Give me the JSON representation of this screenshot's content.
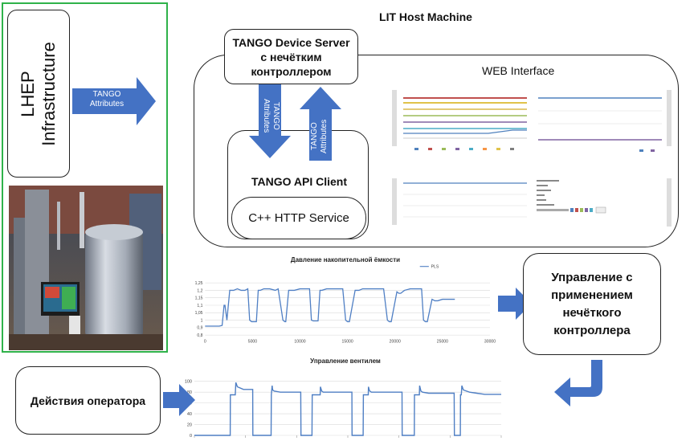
{
  "title": "LIT Host Machine",
  "lhep": {
    "label": "LHEP Infrastructure"
  },
  "tango_arrow": {
    "label": "TANGO Attributes"
  },
  "vert_arrows": {
    "down_label": "TANGO Attributes",
    "up_label": "TANGO Attributes"
  },
  "device_server": {
    "label": "TANGO Device Server с нечётким контроллером"
  },
  "api_client": {
    "label": "TANGO API Client"
  },
  "http_service": {
    "label": "C++ HTTP Service"
  },
  "web": {
    "label": "WEB Interface"
  },
  "control_box": {
    "label": "Управление с применением нечёткого контроллера"
  },
  "operator_box": {
    "label": "Действия оператора"
  },
  "colors": {
    "arrow": "#4472c4",
    "frame": "#2fb24a",
    "line": "#4f7fc4"
  },
  "chart_data": [
    {
      "type": "line",
      "title": "Давление накопительной ёмкости",
      "legend": "PLS",
      "xticks": [
        "0",
        "5000",
        "10000",
        "15000",
        "20000",
        "25000",
        "30000"
      ],
      "yticks": [
        "0,8",
        "0,9",
        "1",
        "1,05",
        "1,1",
        "1,15",
        "1,2",
        "1,25"
      ],
      "xlim": [
        0,
        30000
      ],
      "ylim": [
        0.8,
        1.25
      ],
      "x": [
        0,
        1500,
        1800,
        2000,
        2100,
        2300,
        2600,
        3000,
        3400,
        3800,
        4200,
        4500,
        4700,
        4900,
        5400,
        5600,
        5800,
        6200,
        6800,
        7400,
        7700,
        8200,
        8400,
        8500,
        8800,
        9400,
        10000,
        10600,
        11000,
        11200,
        11400,
        11900,
        12100,
        12300,
        12800,
        13400,
        14000,
        14500,
        14800,
        15000,
        15200,
        15800,
        16000,
        16200,
        16600,
        17200,
        18000,
        18800,
        19200,
        19400,
        19600,
        20200,
        20400,
        20600,
        21000,
        21600,
        22200,
        22800,
        23000,
        23200,
        23400,
        23900,
        24200,
        24500,
        25000,
        26300
      ],
      "y": [
        0.92,
        0.92,
        0.93,
        1.1,
        1.1,
        1.0,
        1.2,
        1.2,
        1.21,
        1.2,
        1.2,
        1.21,
        1.0,
        0.98,
        0.98,
        1.2,
        1.2,
        1.21,
        1.21,
        1.2,
        1.21,
        1.0,
        0.98,
        0.98,
        1.2,
        1.2,
        1.21,
        1.21,
        1.21,
        1.0,
        0.99,
        0.99,
        1.2,
        1.2,
        1.21,
        1.21,
        1.21,
        1.21,
        1.0,
        0.98,
        0.98,
        1.2,
        1.2,
        1.2,
        1.21,
        1.21,
        1.21,
        1.21,
        1.0,
        0.98,
        0.98,
        1.19,
        1.18,
        1.18,
        1.2,
        1.21,
        1.21,
        1.21,
        1.0,
        0.98,
        0.98,
        1.14,
        1.13,
        1.13,
        1.14,
        1.14
      ]
    },
    {
      "type": "line",
      "title": "Управление вентилем",
      "yticks": [
        "0",
        "20",
        "40",
        "60",
        "80",
        "100"
      ],
      "ylim": [
        0,
        110
      ],
      "xlim": [
        0,
        30000
      ],
      "x": [
        0,
        3500,
        3520,
        4000,
        4050,
        4200,
        4800,
        5200,
        5700,
        5720,
        7500,
        7520,
        7600,
        7650,
        7800,
        8400,
        9200,
        10000,
        10400,
        10420,
        11500,
        11520,
        12300,
        12320,
        12400,
        12450,
        12600,
        13200,
        13800,
        15000,
        15400,
        15420,
        16500,
        16520,
        17000,
        17020,
        17100,
        17150,
        17300,
        17900,
        18600,
        19800,
        20300,
        20320,
        21500,
        21520,
        22000,
        22020,
        22100,
        22150,
        22300,
        22900,
        23600,
        24800,
        25400,
        25420,
        26000,
        26020,
        26100,
        26150,
        26300,
        26900,
        27600,
        28400,
        30000
      ],
      "y": [
        0,
        0,
        75,
        75,
        98,
        90,
        85,
        85,
        85,
        0,
        0,
        75,
        92,
        84,
        82,
        80,
        80,
        80,
        80,
        0,
        0,
        75,
        75,
        90,
        85,
        82,
        80,
        80,
        80,
        80,
        80,
        0,
        0,
        75,
        75,
        90,
        84,
        82,
        80,
        80,
        80,
        80,
        80,
        0,
        0,
        75,
        75,
        92,
        86,
        82,
        80,
        78,
        78,
        78,
        78,
        0,
        0,
        75,
        75,
        92,
        84,
        80,
        78,
        76,
        76
      ]
    }
  ]
}
